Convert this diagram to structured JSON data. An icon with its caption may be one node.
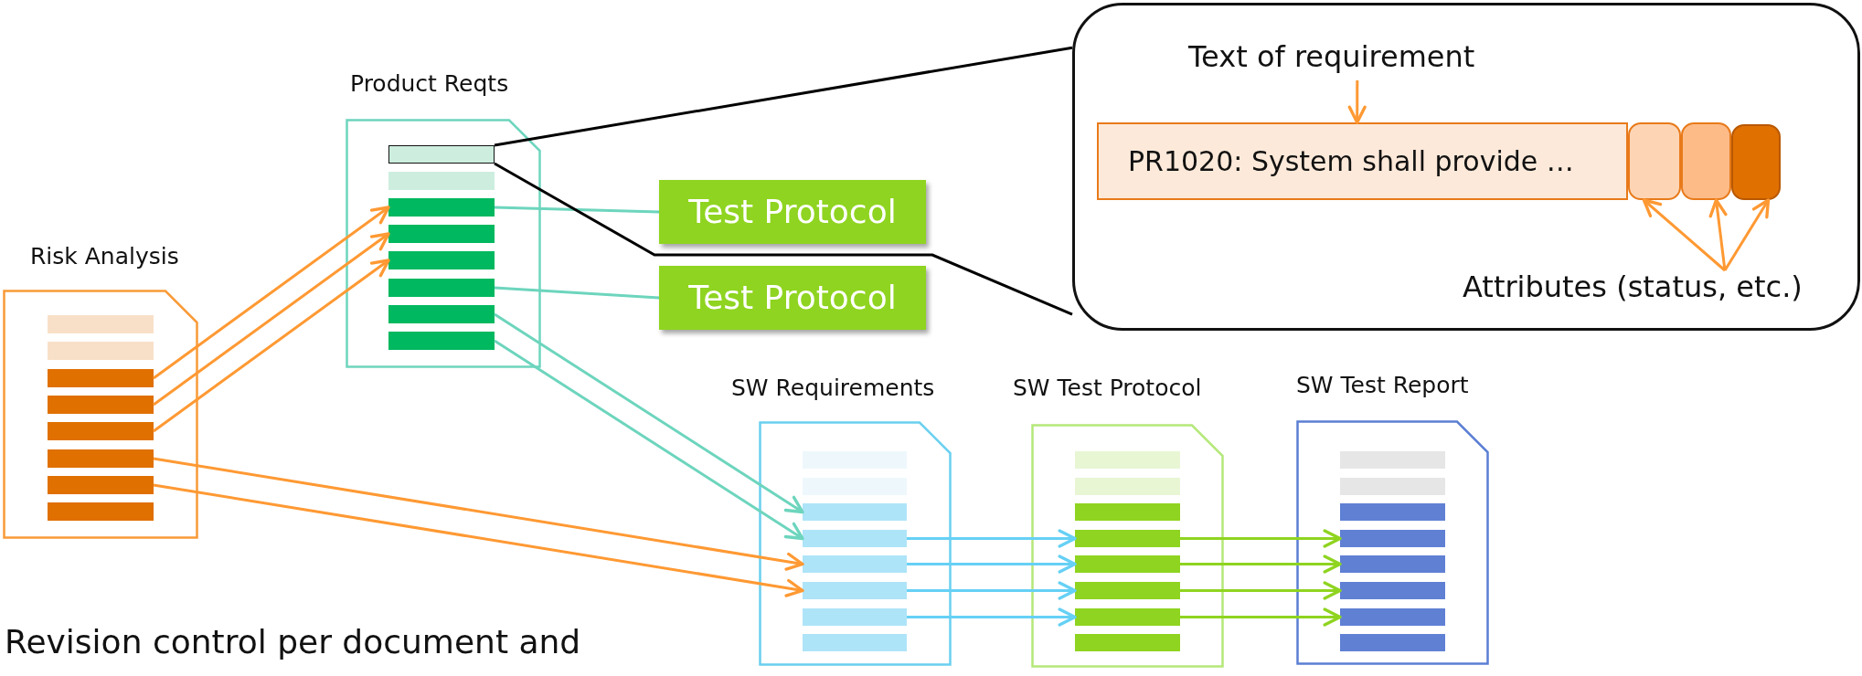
{
  "diagram": {
    "nodes": [
      {
        "text": [
          "Risk Analysis"
        ]
      },
      {
        "text": [],
        "shape": "bar",
        "in": 0
      },
      {
        "text": [],
        "shape": "bar",
        "in": 0
      },
      {
        "text": [],
        "shape": "bar",
        "in": 0
      },
      {
        "text": [],
        "shape": "bar",
        "in": 0
      },
      {
        "text": [],
        "shape": "bar",
        "in": 0
      },
      {
        "text": [],
        "shape": "bar",
        "in": 0
      },
      {
        "text": [],
        "shape": "bar",
        "in": 0
      },
      {
        "text": [],
        "shape": "bar",
        "in": 0
      },
      {
        "text": [
          "Product Reqts"
        ]
      },
      {
        "text": [],
        "shape": "bar",
        "in": 9
      },
      {
        "text": [],
        "shape": "bar",
        "in": 9
      },
      {
        "text": [],
        "shape": "bar",
        "in": 9
      },
      {
        "text": [],
        "shape": "bar",
        "in": 9
      },
      {
        "text": [],
        "shape": "bar",
        "in": 9
      },
      {
        "text": [],
        "shape": "bar",
        "in": 9
      },
      {
        "text": [],
        "shape": "bar",
        "in": 9
      },
      {
        "text": [],
        "shape": "bar",
        "in": 9
      },
      {
        "text": [
          "Test Protocol"
        ]
      },
      {
        "text": [
          "Test Protocol"
        ]
      },
      {
        "text": [
          "SW Requirements"
        ]
      },
      {
        "text": [],
        "shape": "bar",
        "in": 20
      },
      {
        "text": [],
        "shape": "bar",
        "in": 20
      },
      {
        "text": [],
        "shape": "bar",
        "in": 20
      },
      {
        "text": [],
        "shape": "bar",
        "in": 20
      },
      {
        "text": [],
        "shape": "bar",
        "in": 20
      },
      {
        "text": [],
        "shape": "bar",
        "in": 20
      },
      {
        "text": [],
        "shape": "bar",
        "in": 20
      },
      {
        "text": [],
        "shape": "bar",
        "in": 20
      },
      {
        "text": [
          "SW Test Protocol"
        ]
      },
      {
        "text": [],
        "shape": "bar",
        "in": 29
      },
      {
        "text": [],
        "shape": "bar",
        "in": 29
      },
      {
        "text": [],
        "shape": "bar",
        "in": 29
      },
      {
        "text": [],
        "shape": "bar",
        "in": 29
      },
      {
        "text": [],
        "shape": "bar",
        "in": 29
      },
      {
        "text": [],
        "shape": "bar",
        "in": 29
      },
      {
        "text": [],
        "shape": "bar",
        "in": 29
      },
      {
        "text": [],
        "shape": "bar",
        "in": 29
      },
      {
        "text": [
          "SW Test Report"
        ]
      },
      {
        "text": [],
        "shape": "bar",
        "in": 38
      },
      {
        "text": [],
        "shape": "bar",
        "in": 38
      },
      {
        "text": [],
        "shape": "bar",
        "in": 38
      },
      {
        "text": [],
        "shape": "bar",
        "in": 38
      },
      {
        "text": [],
        "shape": "bar",
        "in": 38
      },
      {
        "text": [],
        "shape": "bar",
        "in": 38
      },
      {
        "text": [],
        "shape": "bar",
        "in": 38
      },
      {
        "text": [],
        "shape": "bar",
        "in": 38
      },
      {
        "text": [],
        "shape": "box"
      },
      {
        "text": [
          "Text of requirement"
        ],
        "in": 47
      },
      {
        "text": [
          "PR1020: System shall provide …"
        ],
        "in": 47
      },
      {
        "text": [],
        "shape": "box",
        "in": 47
      },
      {
        "text": [],
        "shape": "box",
        "in": 47
      },
      {
        "text": [],
        "shape": "box",
        "in": 47
      },
      {
        "text": [
          "Attributes (status, etc.)"
        ],
        "in": 47
      }
    ],
    "edges": [
      {
        "from": 3,
        "to": 12,
        "arrow": "to"
      },
      {
        "from": 4,
        "to": 13,
        "arrow": "to"
      },
      {
        "from": 5,
        "to": 14,
        "arrow": "to"
      },
      {
        "from": 6,
        "to": 25,
        "arrow": "to"
      },
      {
        "from": 7,
        "to": 26,
        "arrow": "to"
      },
      {
        "from": 12,
        "to": 18,
        "arrow": "none",
        "color": "#6dd5bd"
      },
      {
        "from": 15,
        "to": 19,
        "arrow": "none",
        "color": "#6dd5bd"
      },
      {
        "from": 16,
        "to": 23,
        "arrow": "to",
        "color": "#6dd5bd"
      },
      {
        "from": 17,
        "to": 24,
        "arrow": "to",
        "color": "#6dd5bd"
      },
      {
        "from": 24,
        "to": 33,
        "arrow": "to",
        "color": "#66d0f5"
      },
      {
        "from": 25,
        "to": 34,
        "arrow": "to",
        "color": "#66d0f5"
      },
      {
        "from": 26,
        "to": 35,
        "arrow": "to",
        "color": "#66d0f5"
      },
      {
        "from": 27,
        "to": 36,
        "arrow": "to",
        "color": "#66d0f5"
      },
      {
        "from": 33,
        "to": 42,
        "arrow": "to",
        "color": "#8fd420"
      },
      {
        "from": 34,
        "to": 43,
        "arrow": "to",
        "color": "#8fd420"
      },
      {
        "from": 35,
        "to": 44,
        "arrow": "to",
        "color": "#8fd420"
      },
      {
        "from": 36,
        "to": 45,
        "arrow": "to",
        "color": "#8fd420"
      },
      {
        "from": 10,
        "to": 47,
        "arrow": "none",
        "color": "#000000"
      },
      {
        "from": 10,
        "to": 47,
        "arrow": "none",
        "color": "#000000"
      },
      {
        "from": 48,
        "to": 49,
        "arrow": "to"
      },
      {
        "from": 53,
        "to": 50,
        "arrow": "to"
      },
      {
        "from": 53,
        "to": 51,
        "arrow": "to"
      },
      {
        "from": 53,
        "to": 52,
        "arrow": "to"
      }
    ],
    "labels": [
      "Revision control per document and"
    ]
  }
}
